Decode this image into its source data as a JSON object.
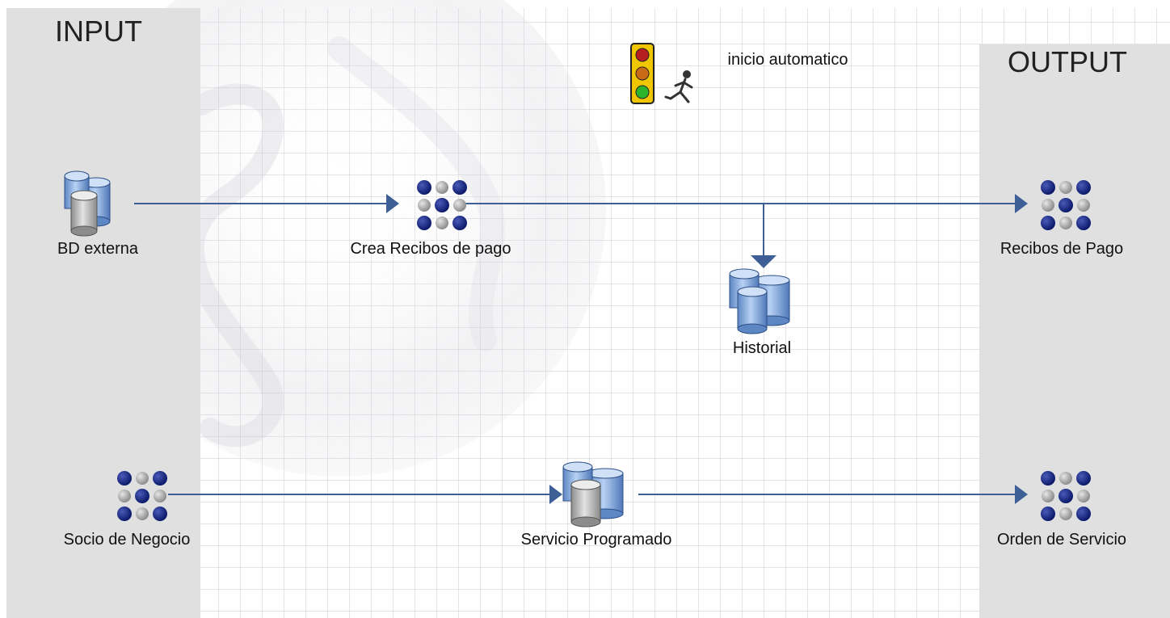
{
  "lanes": {
    "input_title": "INPUT",
    "output_title": "OUTPUT"
  },
  "trigger": {
    "label": "inicio automatico",
    "icons": [
      "traffic-light-icon",
      "runner-icon"
    ]
  },
  "nodes": {
    "bd_externa": {
      "label": "BD externa",
      "icon": "database-icon"
    },
    "crea_recibos": {
      "label": "Crea Recibos de pago",
      "icon": "process-dots-icon"
    },
    "recibos_pago": {
      "label": "Recibos de Pago",
      "icon": "process-dots-icon"
    },
    "historial": {
      "label": "Historial",
      "icon": "database-icon"
    },
    "socio_negocio": {
      "label": "Socio de Negocio",
      "icon": "process-dots-icon"
    },
    "servicio_programado": {
      "label": "Servicio Programado",
      "icon": "database-icon"
    },
    "orden_servicio": {
      "label": "Orden de Servicio",
      "icon": "process-dots-icon"
    }
  },
  "colors": {
    "lane_bg": "#e0e0e0",
    "grid": "#c9c9d3",
    "arrow": "#3d5f95",
    "dot_dark": "#0c1a6b",
    "dot_grey": "#a3a3a3",
    "db_blue": "#7aa6e0"
  }
}
